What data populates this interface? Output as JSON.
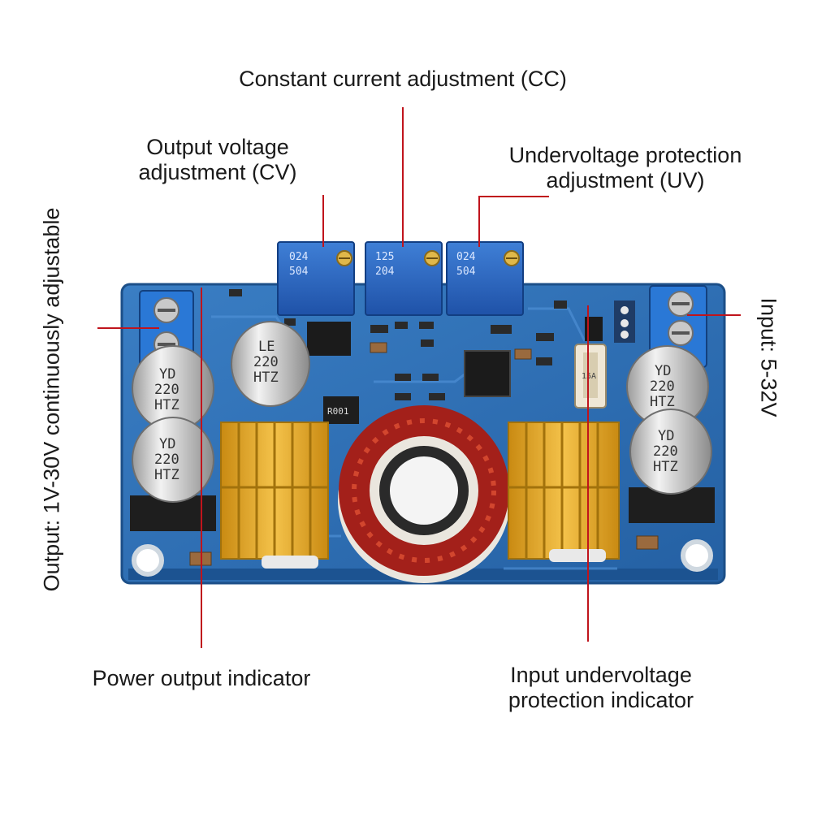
{
  "callouts": {
    "cc": "Constant current adjustment (CC)",
    "cv_line1": "Output voltage",
    "cv_line2": "adjustment (CV)",
    "uv_line1": "Undervoltage protection",
    "uv_line2": "adjustment (UV)",
    "output_range": "Output: 1V-30V continuously adjustable",
    "input_range": "Input: 5-32V",
    "power_indicator": "Power output indicator",
    "uv_indicator_line1": "Input undervoltage",
    "uv_indicator_line2": "protection indicator"
  },
  "board": {
    "pot_left": [
      "024",
      "504"
    ],
    "pot_mid": [
      "125",
      "204"
    ],
    "pot_right": [
      "024",
      "504"
    ],
    "cap_left_top": [
      "YD",
      "220",
      "HTZ"
    ],
    "cap_left_bottom": [
      "YD",
      "220",
      "HTZ"
    ],
    "cap_center": [
      "LE",
      "220",
      "HTZ"
    ],
    "cap_right_top": [
      "YD",
      "220",
      "HTZ"
    ],
    "cap_right_bottom": [
      "YD",
      "220",
      "HTZ"
    ],
    "resistor": "R001",
    "fuse": "15A"
  },
  "colors": {
    "pcb": "#2f6fb3",
    "heatsink": "#e0a82a",
    "callout_line": "#c0141c",
    "coil": "#a3201a"
  }
}
